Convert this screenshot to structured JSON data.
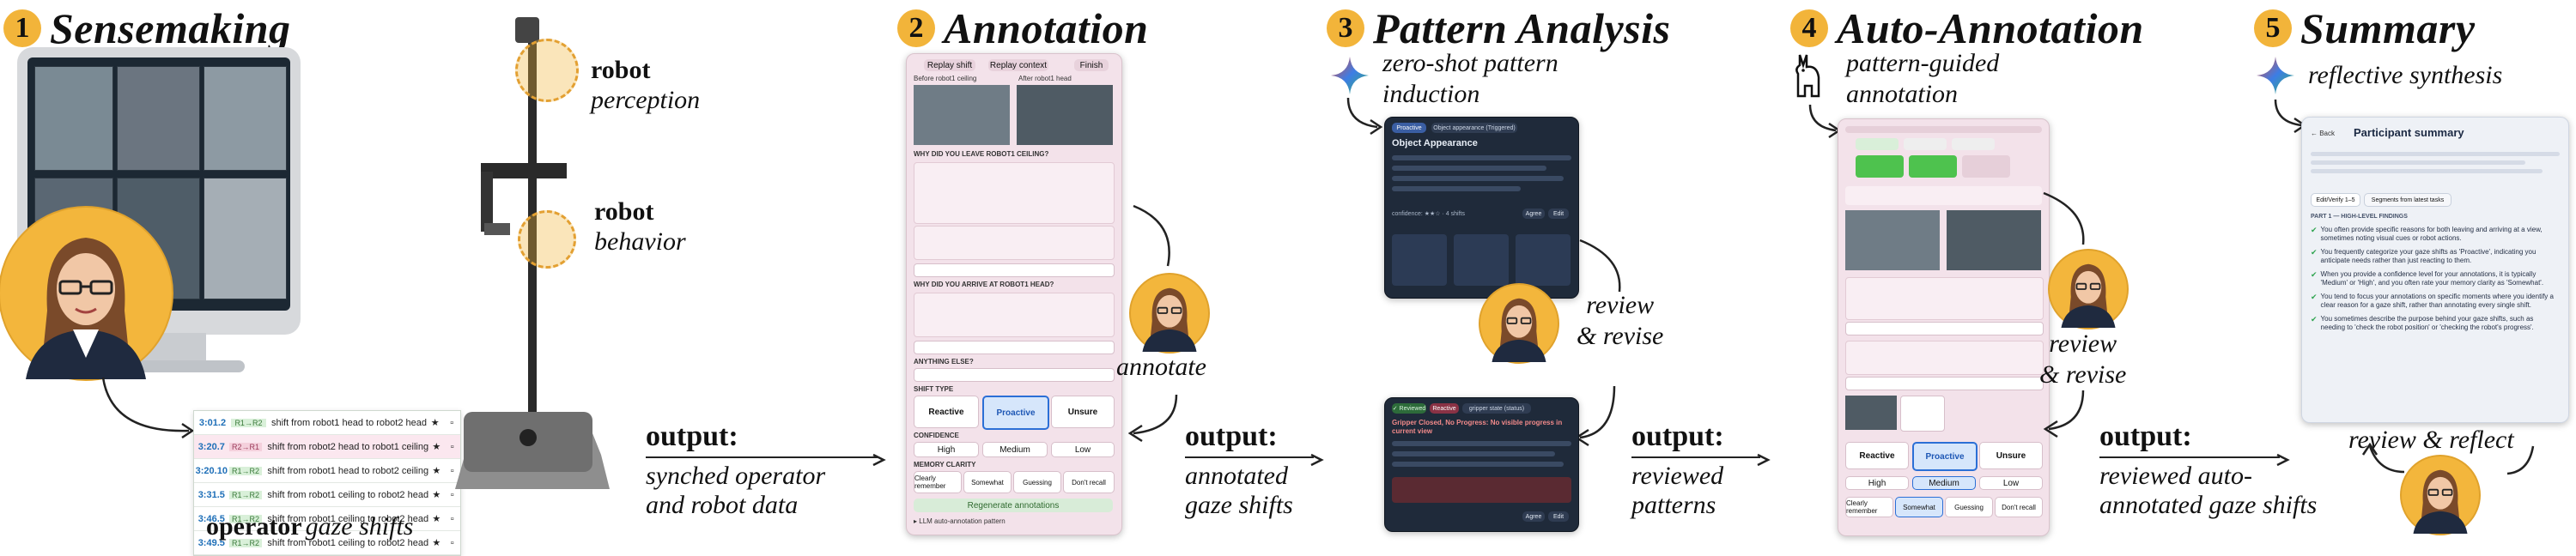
{
  "stages": [
    {
      "num": "1",
      "name": "Sensemaking"
    },
    {
      "num": "2",
      "name": "Annotation"
    },
    {
      "num": "3",
      "name": "Pattern Analysis"
    },
    {
      "num": "4",
      "name": "Auto-Annotation"
    },
    {
      "num": "5",
      "name": "Summary"
    }
  ],
  "sensemaking": {
    "robot_perception": {
      "bold": "robot",
      "italic": "perception"
    },
    "robot_behavior": {
      "bold": "robot",
      "italic": "behavior"
    },
    "operator_caption": {
      "bold": "operator",
      "italic": "gaze shifts"
    },
    "gaze_rows": [
      {
        "time": "3:01.2",
        "tag": "R1→R2",
        "text": "shift from robot1 head to robot2 head"
      },
      {
        "time": "3:20.7",
        "tag": "R2→R1",
        "text": "shift from robot2 head to robot1 ceiling"
      },
      {
        "time": "3:20.10",
        "tag": "R1→R2",
        "text": "shift from robot1 head to robot2 ceiling"
      },
      {
        "time": "3:31.5",
        "tag": "R1→R2",
        "text": "shift from robot1 ceiling to robot2 head"
      },
      {
        "time": "3:46.5",
        "tag": "R1→R2",
        "text": "shift from robot1 ceiling to robot2 head"
      },
      {
        "time": "3:49.5",
        "tag": "R1→R2",
        "text": "shift from robot1 ceiling to robot2 head"
      }
    ]
  },
  "annotation": {
    "caption": "annotate",
    "ui": {
      "btn_replay_shift": "Replay shift",
      "btn_replay_context": "Replay context",
      "btn_finish": "Finish",
      "before": "Before robot1 ceiling",
      "after": "After robot1 head",
      "q1": "WHY DID YOU LEAVE ROBOT1 CEILING?",
      "q2": "WHY DID YOU ARRIVE AT ROBOT1 HEAD?",
      "anything_else": "ANYTHING ELSE?",
      "shift_type": "SHIFT TYPE",
      "opt_reactive": "Reactive",
      "opt_proactive": "Proactive",
      "opt_unsure": "Unsure",
      "confidence": "CONFIDENCE",
      "conf_high": "High",
      "conf_medium": "Medium",
      "conf_low": "Low",
      "memory": "MEMORY CLARITY",
      "mem_clearly": "Clearly remember",
      "mem_somewhat": "Somewhat",
      "mem_guessing": "Guessing",
      "mem_dont": "Don't recall",
      "regenerate": "Regenerate annotations",
      "llm": "▸ LLM auto-annotation pattern"
    }
  },
  "pattern": {
    "caption_lines": [
      "zero-shot pattern",
      "induction"
    ],
    "review": [
      "review",
      "& revise"
    ],
    "ui": {
      "tab1": "Proactive",
      "tab2": "Object appearance (Triggered)",
      "heading": "Object Appearance",
      "confidence": "confidence: ★★☆ · 4 shifts",
      "agree": "Agree",
      "edit": "Edit",
      "tag_reviewed": "✓ Reviewed",
      "tag_reactive": "Reactive",
      "tag_gripper": "gripper state (status)",
      "heading2": "Gripper Closed, No Progress: No visible progress in current view"
    }
  },
  "auto": {
    "caption_lines": [
      "pattern-guided",
      "annotation"
    ],
    "review": [
      "review",
      "& revise"
    ]
  },
  "summary": {
    "caption": "reflective synthesis",
    "review": "review & reflect",
    "ui": {
      "back": "← Back",
      "title": "Participant summary",
      "tab_a": "Edit/Verify 1–5",
      "tab_b": "Segments from latest tasks",
      "section": "PART 1 — HIGH-LEVEL FINDINGS",
      "findings": [
        "You often provide specific reasons for both leaving and arriving at a view, sometimes noting visual cues or robot actions.",
        "You frequently categorize your gaze shifts as 'Proactive', indicating you anticipate needs rather than just reacting to them.",
        "When you provide a confidence level for your annotations, it is typically 'Medium' or 'High', and you often rate your memory clarity as 'Somewhat'.",
        "You tend to focus your annotations on specific moments where you identify a clear reason for a gaze shift, rather than annotating every single shift.",
        "You sometimes describe the purpose behind your gaze shifts, such as needing to 'check the robot position' or 'checking the robot's progress'."
      ]
    }
  },
  "outputs": [
    {
      "label": "output:",
      "lines": [
        "synched operator",
        "and robot data"
      ]
    },
    {
      "label": "output:",
      "lines": [
        "annotated",
        "gaze shifts"
      ]
    },
    {
      "label": "output:",
      "lines": [
        "reviewed",
        "patterns"
      ]
    },
    {
      "label": "output:",
      "lines": [
        "reviewed auto-",
        "annotated gaze shifts"
      ]
    }
  ],
  "colors": {
    "badge": "#f2b43a",
    "accent_blue": "#2b6fd6",
    "pink_panel": "#f3e2ea",
    "dark_panel": "#1f2a3a"
  }
}
